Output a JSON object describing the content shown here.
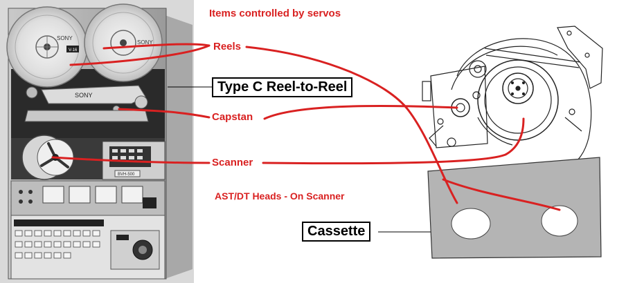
{
  "diagram": {
    "title": "Items controlled by servos",
    "labels": {
      "reels": "Reels",
      "capstan": "Capstan",
      "scanner": "Scanner",
      "heads": "AST/DT Heads - On Scanner"
    },
    "boxes": {
      "type_c": "Type C Reel-to-Reel",
      "cassette": "Cassette"
    },
    "machine_text": {
      "brand_main": "SONY",
      "brand_reel_left": "SONY",
      "brand_reel_right": "SONY",
      "reel_badge": "V-16",
      "model": "BVH-500"
    },
    "colors": {
      "callout_red": "#d92121",
      "label_black": "#000000"
    }
  }
}
